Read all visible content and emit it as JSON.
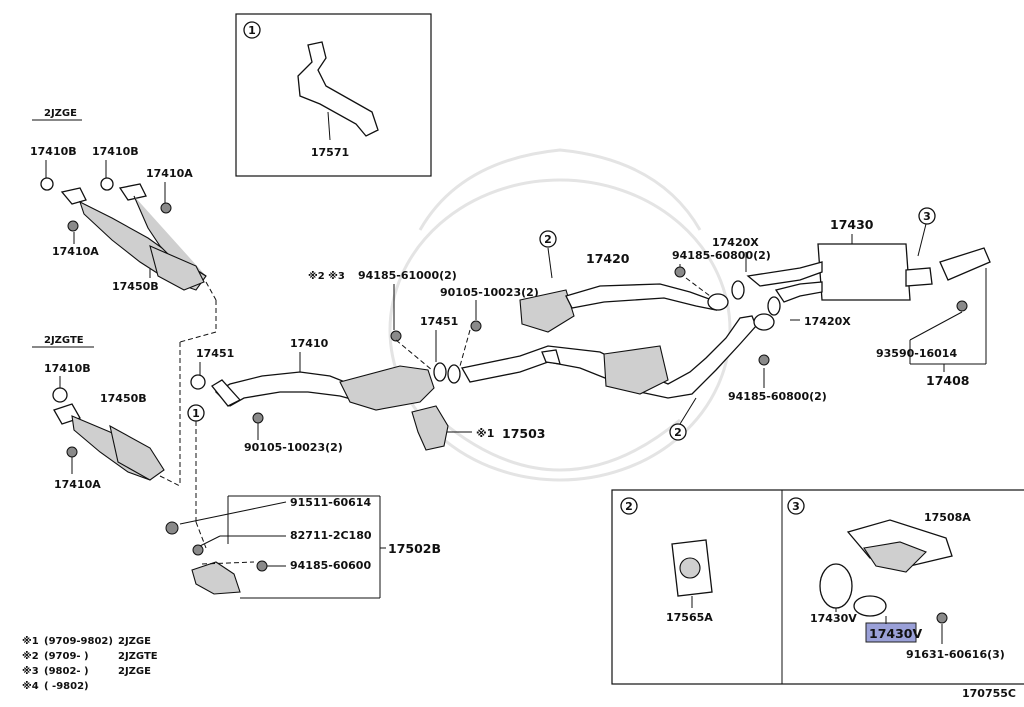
{
  "diagram_code": "170755C",
  "engine_tags": {
    "top": "2JZGE",
    "bottom": "2JZGTE"
  },
  "callouts": [
    "1",
    "2",
    "3"
  ],
  "parts": {
    "p17410b_a": "17410B",
    "p17410b_b": "17410B",
    "p17410a_a": "17410A",
    "p17410a_b": "17410A",
    "p17450b_a": "17450B",
    "p17410b_c": "17410B",
    "p17450b_b": "17450B",
    "p17410a_c": "17410A",
    "p17571": "17571",
    "p17451_a": "17451",
    "p17410": "17410",
    "p17451_b": "17451",
    "p90105_a": "90105-10023(2)",
    "p90105_b": "90105-10023(2)",
    "p94185_61000": "94185-61000(2)",
    "p94185_61000_prefix": "※2 ※3",
    "p17420": "17420",
    "p94185_60800_a": "94185-60800(2)",
    "p17420x_a": "17420X",
    "p17420x_b": "17420X",
    "p17430": "17430",
    "p94185_60800_b": "94185-60800(2)",
    "p93590": "93590-16014",
    "p17408": "17408",
    "p17503": "17503",
    "p17503_prefix": "※1",
    "p91511": "91511-60614",
    "p82711": "82711-2C180",
    "p94185_60600": "94185-60600",
    "p17502b": "17502B",
    "p17565a": "17565A",
    "p17508a": "17508A",
    "p17430v_a": "17430V",
    "p17430v_b": "17430V",
    "p91631": "91631-60616(3)"
  },
  "notes": [
    {
      "mark": "※1",
      "range": "(9709-9802)",
      "engine": "2JZGE"
    },
    {
      "mark": "※2",
      "range": "(9709-        )",
      "engine": "2JZGTE"
    },
    {
      "mark": "※3",
      "range": "(9802-        )",
      "engine": "2JZGE"
    },
    {
      "mark": "※4",
      "range": "(        -9802)",
      "engine": ""
    }
  ],
  "highlight_color": "#9aa0d8",
  "ink_color": "#111111"
}
